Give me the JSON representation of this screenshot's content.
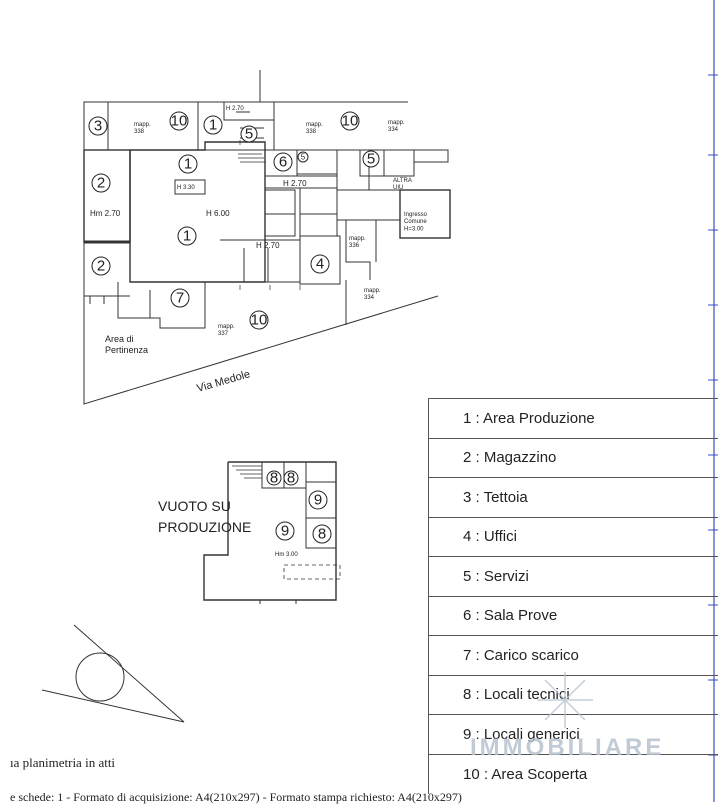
{
  "plan": {
    "labels": {
      "mapp338": "mapp.\n338",
      "mapp338b": "mapp.\n338",
      "mapp334a": "mapp.\n334",
      "mapp336": "mapp.\n336",
      "mapp334b": "mapp.\n334",
      "mapp337": "mapp.\n337",
      "h270_top": "H 2.70",
      "h330": "H 3.30",
      "h600": "H 6.00",
      "hm270": "Hm 2.70",
      "h270_mid": "H 2.70",
      "h270_low": "H 2.70",
      "altra": "ALTRA\nUIU",
      "ingresso": "Ingresso\nComune\nH=3.00",
      "area_pertinenza": "Area di\nPertinenza",
      "via_medole": "Via Medole",
      "vuoto_line1": "VUOTO SU",
      "vuoto_line2": "PRODUZIONE",
      "hm300": "Hm 3.00"
    },
    "room_numbers": [
      "3",
      "10",
      "1",
      "5",
      "10",
      "1",
      "6",
      "5",
      "5",
      "2",
      "1",
      "2",
      "4",
      "7",
      "10",
      "8",
      "8",
      "9",
      "9",
      "8"
    ]
  },
  "legend": [
    "1 : Area Produzione",
    "2 : Magazzino",
    "3 : Tettoia",
    "4 : Uffici",
    "5 : Servizi",
    "6 : Sala Prove",
    "7 : Carico scarico",
    "8 : Locali tecnici",
    "9 : Locali generici",
    "10 : Area Scoperta"
  ],
  "footer": {
    "line1": "ıa planimetria in atti",
    "line2": "e schede: 1 - Formato di acquisizione: A4(210x297) - Formato stampa richiesto: A4(210x297)"
  },
  "watermark": "IMMOBILIARE",
  "colors": {
    "ink": "#222222",
    "accent_frame": "#3a4fbf",
    "watermark": "#b7c3cf"
  }
}
